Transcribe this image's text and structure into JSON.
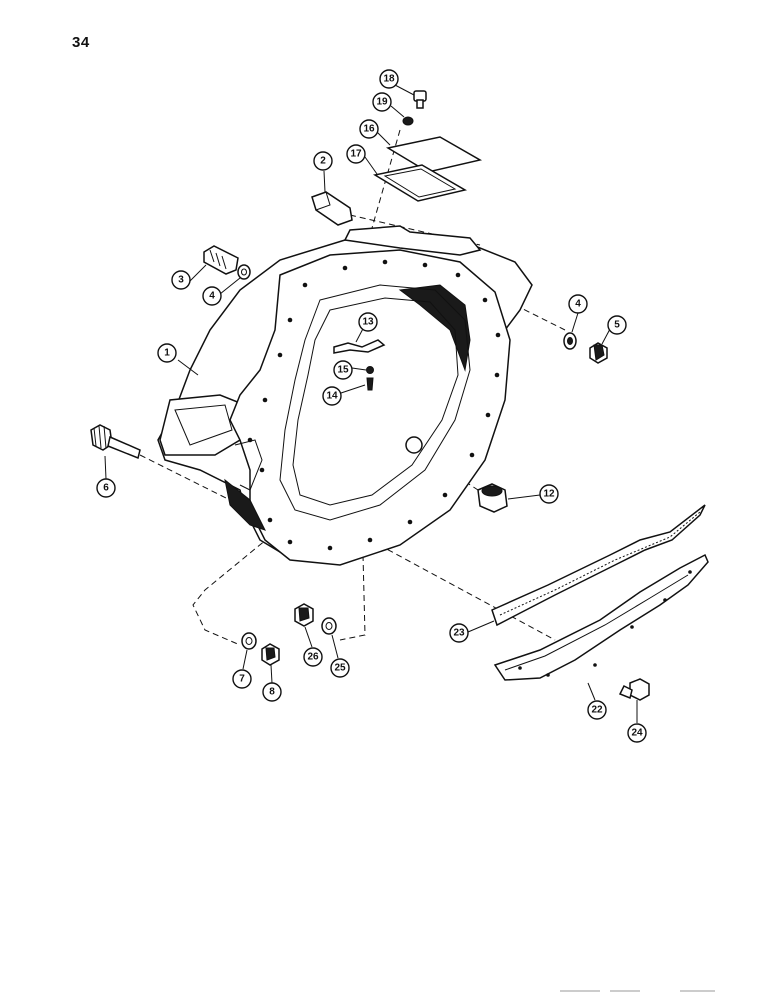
{
  "page_number": "34",
  "callouts": [
    {
      "id": "c18",
      "label": "18"
    },
    {
      "id": "c19",
      "label": "19"
    },
    {
      "id": "c16",
      "label": "16"
    },
    {
      "id": "c17",
      "label": "17"
    },
    {
      "id": "c2",
      "label": "2"
    },
    {
      "id": "c3",
      "label": "3"
    },
    {
      "id": "c4a",
      "label": "4"
    },
    {
      "id": "c1",
      "label": "1"
    },
    {
      "id": "c13",
      "label": "13"
    },
    {
      "id": "c15",
      "label": "15"
    },
    {
      "id": "c14",
      "label": "14"
    },
    {
      "id": "c4b",
      "label": "4"
    },
    {
      "id": "c5",
      "label": "5"
    },
    {
      "id": "c6",
      "label": "6"
    },
    {
      "id": "c12",
      "label": "12"
    },
    {
      "id": "c23",
      "label": "23"
    },
    {
      "id": "c7",
      "label": "7"
    },
    {
      "id": "c8",
      "label": "8"
    },
    {
      "id": "c26",
      "label": "26"
    },
    {
      "id": "c25",
      "label": "25"
    },
    {
      "id": "c22",
      "label": "22"
    },
    {
      "id": "c24",
      "label": "24"
    }
  ]
}
